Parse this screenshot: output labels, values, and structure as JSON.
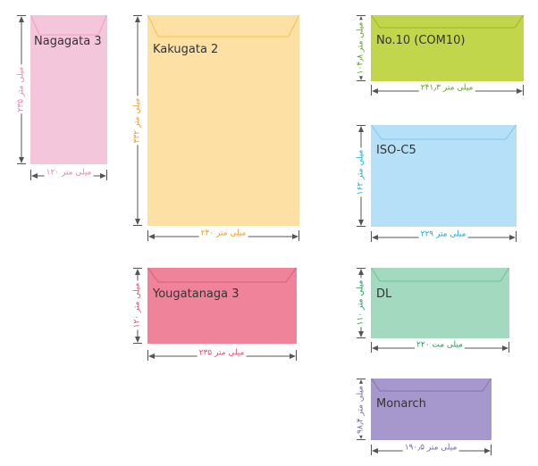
{
  "envelopes": [
    {
      "name": "Nagagata 3",
      "width_label": "۱۲۰ میلی متر",
      "height_label": "۲۳۵ میلی متر",
      "color": "#f4c6dc",
      "flap": "#ef9fc4",
      "text_color": "#e680b0"
    },
    {
      "name": "Kakugata 2",
      "width_label": "۲۴۰ میلی متر",
      "height_label": "۳۳۲ میلی متر",
      "color": "#fde1a4",
      "flap": "#f6c050",
      "text_color": "#ee9a2a"
    },
    {
      "name": "Yougatanaga 3",
      "width_label": "۲۳۵ میلی متر",
      "height_label": "۱۲۰ میلی متر",
      "color": "#ef8399",
      "flap": "#e05a76",
      "text_color": "#e0496a"
    },
    {
      "name": "No.10 (COM10)",
      "width_label": "۲۴۱٫۳ میلی متر",
      "height_label": "۱۰۴٫۸ میلی متر",
      "color": "#c2d64c",
      "flap": "#9bb525",
      "text_color": "#5f9e23"
    },
    {
      "name": "ISO-C5",
      "width_label": "۲۲۹ میلی متر",
      "height_label": "۱۶۲ میلی متر",
      "color": "#b6e0f7",
      "flap": "#7cc7ee",
      "text_color": "#1aa5dd"
    },
    {
      "name": "DL",
      "width_label": "۲۲۰ میلی مت",
      "height_label": "۱۱۰ میلی متر",
      "color": "#a3d9bf",
      "flap": "#6bc39a",
      "text_color": "#1f9a55"
    },
    {
      "name": "Monarch",
      "width_label": "۱۹۰٫۵ میلی متر",
      "height_label": "۹۸٫۴ میلی متر",
      "color": "#a698cc",
      "flap": "#8272b5",
      "text_color": "#7366b0"
    }
  ]
}
